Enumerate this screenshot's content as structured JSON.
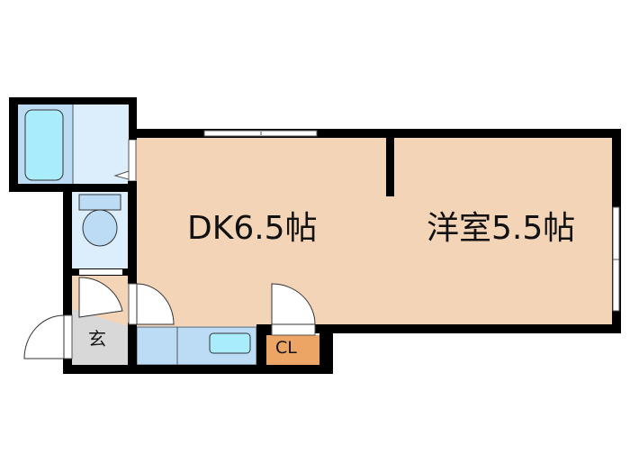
{
  "floor_plan": {
    "rooms": {
      "dk": "DK6.5帖",
      "western_room": "洋室5.5帖",
      "entrance": "玄",
      "closet": "CL"
    },
    "colors": {
      "floor": "#f4d4b7",
      "wet_area": "#dcedfb",
      "wet_area_dark": "#bcdcf6",
      "fixture": "#a9ecfb",
      "entrance": "#d8d8d8",
      "closet": "#eda565",
      "wall": "#000000"
    }
  }
}
